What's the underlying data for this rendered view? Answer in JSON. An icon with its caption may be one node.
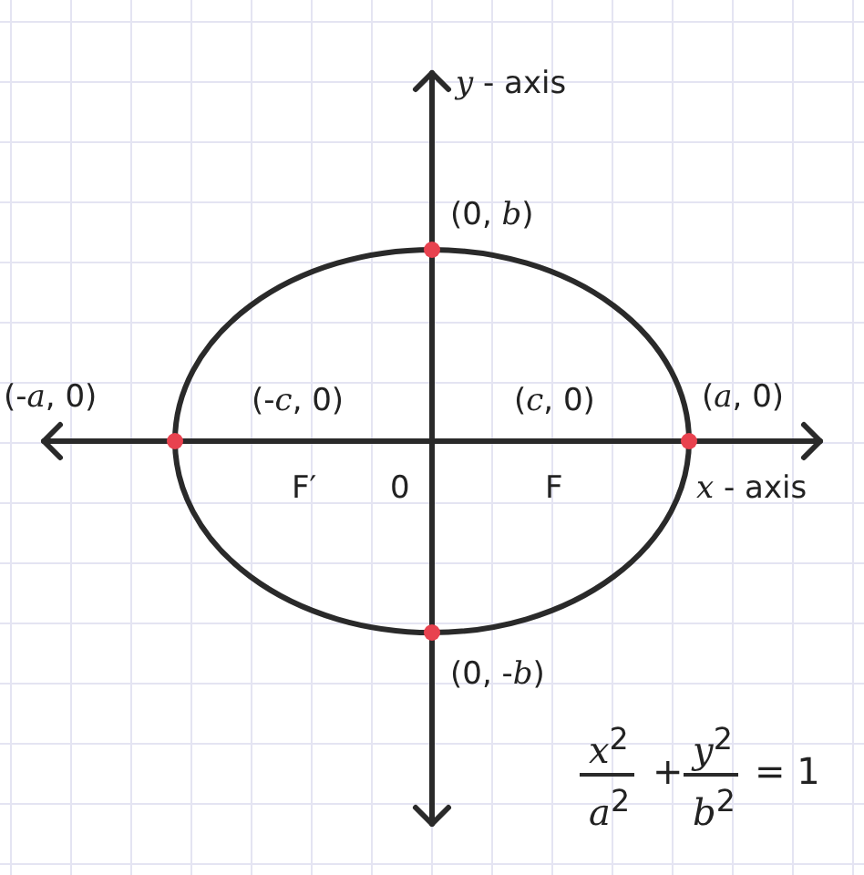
{
  "diagram": {
    "labels": [
      "*y* - axis",
      "(0, *b*)",
      "(-*a*, 0)",
      "(-*c*, 0)",
      "(*c*, 0)",
      "(*a*, 0)",
      "F′",
      "0",
      "F",
      "*x* - axis",
      "(0, -*b*)",
      "*x*$^{2}$",
      "*a*$^{2}$",
      "+",
      "*y*$^{2}$",
      "*b*$^{2}$",
      "= 1"
    ]
  }
}
